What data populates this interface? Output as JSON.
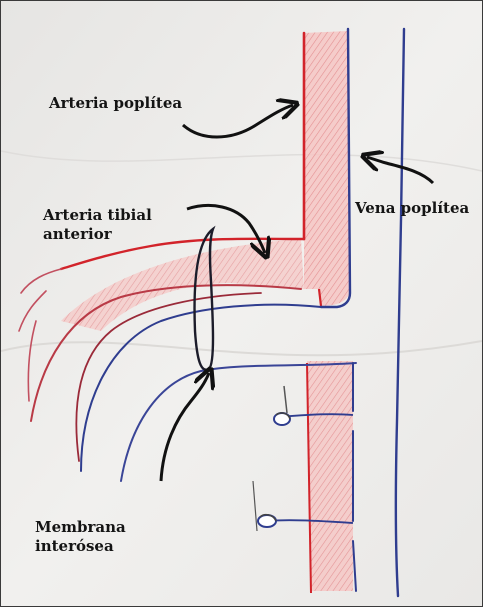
{
  "labels": {
    "arteria_poplitea": "Arteria poplítea",
    "arteria_tibial_anterior_line1": "Arteria tibial",
    "arteria_tibial_anterior_line2": "anterior",
    "vena_poplitea": "Vena poplítea",
    "membrana_interosea_line1": "Membrana",
    "membrana_interosea_line2": "interósea"
  },
  "colors": {
    "paper": "#ecebe8",
    "artery_red": "#d2232a",
    "artery_fill": "#f4b0b0",
    "vein_blue": "#2f3d8f",
    "ink": "#111111"
  }
}
